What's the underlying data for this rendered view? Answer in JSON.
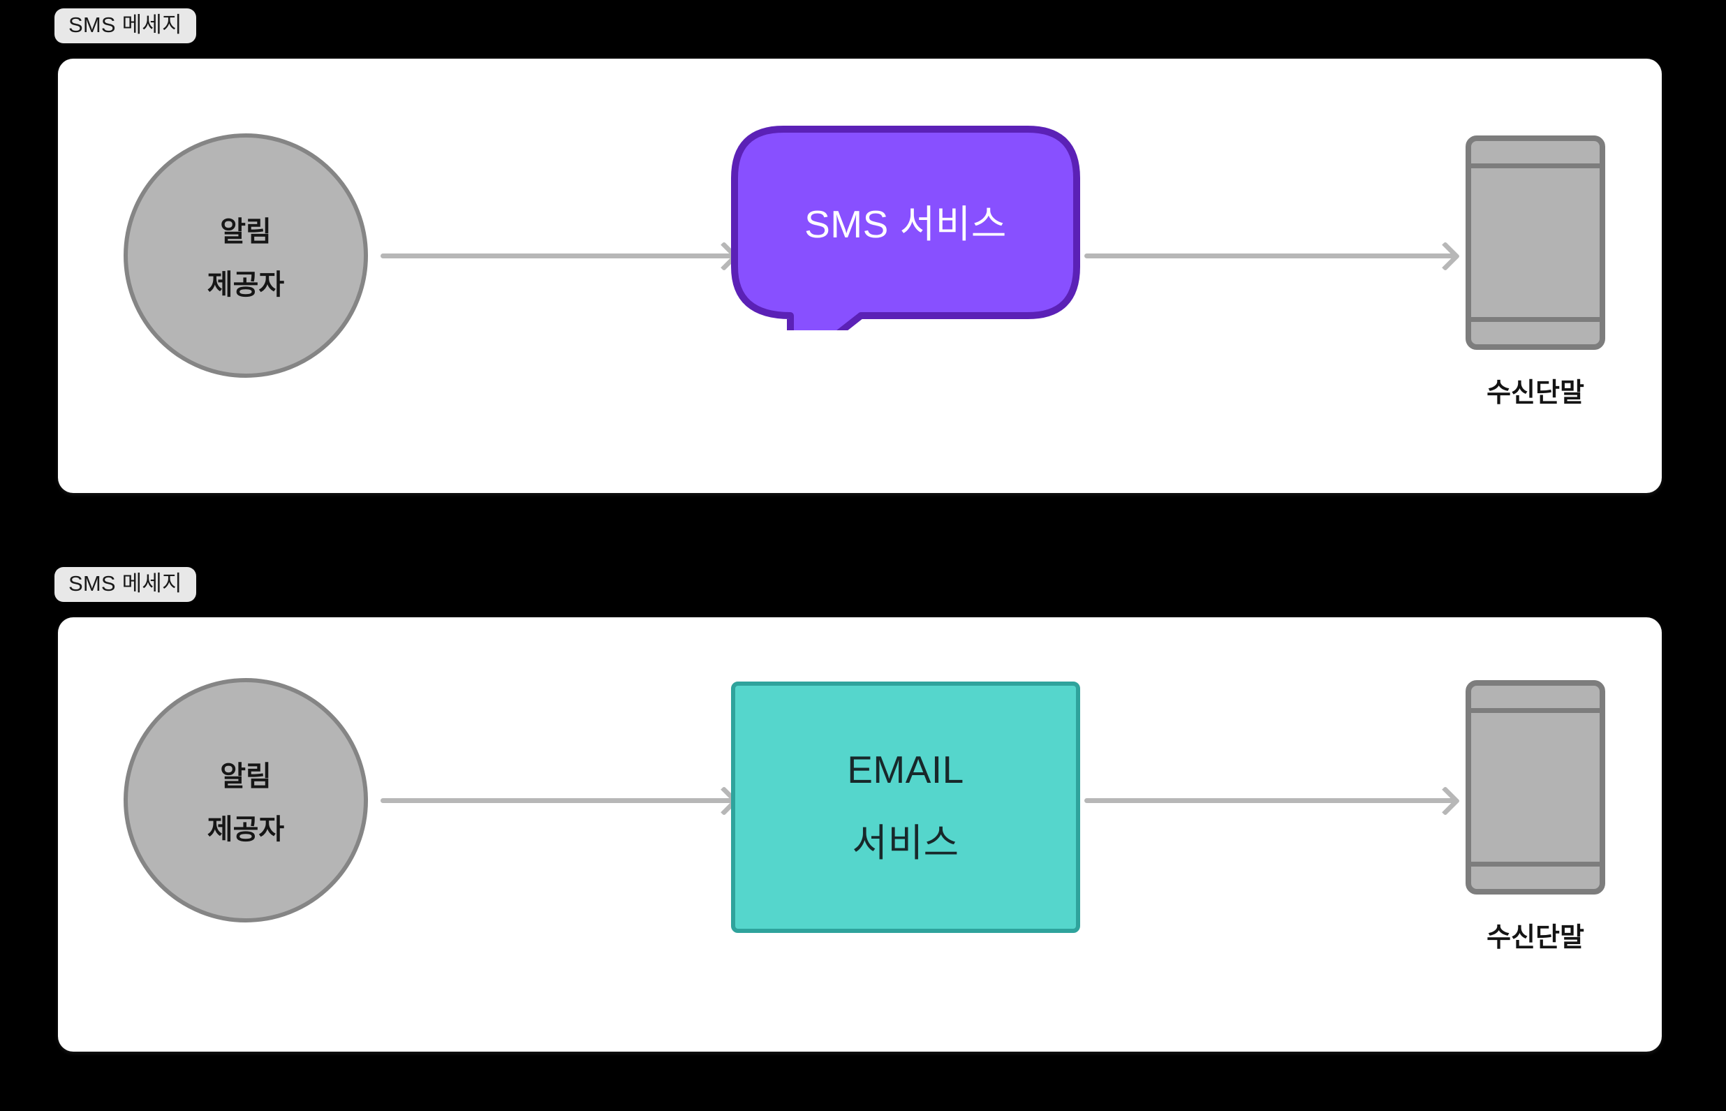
{
  "page": {
    "background_color": "#000000",
    "panel_color": "#ffffff"
  },
  "colors": {
    "accent_purple_fill": "#8850FF",
    "accent_purple_border": "#5B21B6",
    "accent_teal_fill": "#55D6CC",
    "accent_teal_border": "#2FA39C",
    "neutral_gray_fill": "#B5B5B5",
    "neutral_gray_border": "#858585",
    "arrow_gray": "#B7B7B7",
    "badge_gray": "#E8E8E8"
  },
  "sections": [
    {
      "badge": "SMS 메세지",
      "provider": {
        "line1": "알림",
        "line2": "제공자"
      },
      "service": {
        "shape": "speech-bubble",
        "line1": "SMS 서비스"
      },
      "receiver": {
        "label": "수신단말",
        "icon": "mobile-phone-icon"
      },
      "arrows": [
        {
          "from": "알림 제공자",
          "to": "SMS 서비스",
          "direction": "right"
        },
        {
          "from": "SMS 서비스",
          "to": "수신단말",
          "direction": "right"
        }
      ]
    },
    {
      "badge": "SMS 메세지",
      "provider": {
        "line1": "알림",
        "line2": "제공자"
      },
      "service": {
        "shape": "rectangle",
        "line1": "EMAIL",
        "line2": "서비스"
      },
      "receiver": {
        "label": "수신단말",
        "icon": "mobile-phone-icon"
      },
      "arrows": [
        {
          "from": "알림 제공자",
          "to": "EMAIL 서비스",
          "direction": "right"
        },
        {
          "from": "EMAIL 서비스",
          "to": "수신단말",
          "direction": "right"
        }
      ]
    }
  ]
}
